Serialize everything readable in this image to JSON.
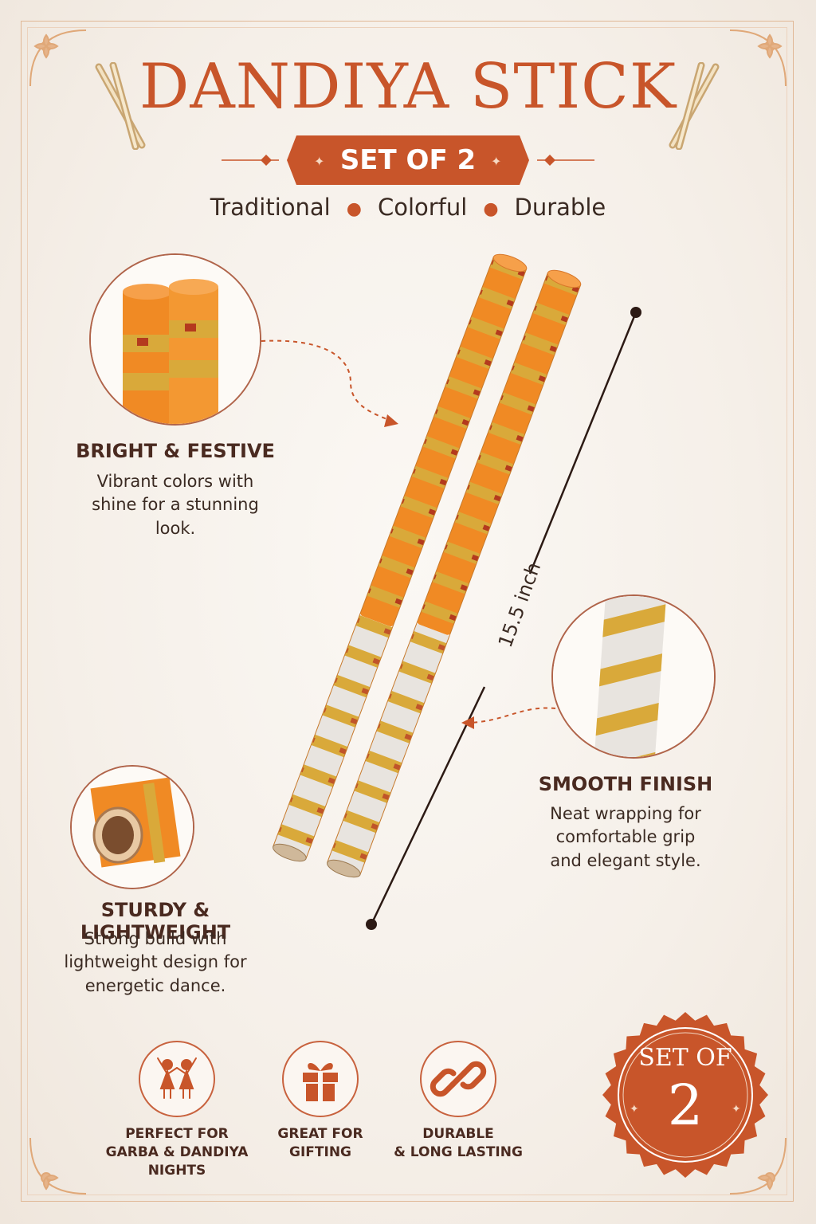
{
  "header": {
    "title": "DANDIYA STICK",
    "banner": "SET OF 2",
    "tagline": [
      "Traditional",
      "Colorful",
      "Durable"
    ]
  },
  "dimension": {
    "label": "15.5 inch"
  },
  "features": [
    {
      "title": "BRIGHT & FESTIVE",
      "lines": [
        "Vibrant colors with",
        "shine for a stunning",
        "look."
      ]
    },
    {
      "title": "SMOOTH FINISH",
      "lines": [
        "Neat wrapping for",
        "comfortable grip",
        "and elegant style."
      ]
    },
    {
      "title": "STURDY & LIGHTWEIGHT",
      "lines": [
        "Strong build with",
        "lightweight design for",
        "energetic dance."
      ]
    }
  ],
  "badges": [
    {
      "icon": "dancers-icon",
      "lines": [
        "PERFECT FOR",
        "GARBA & DANDIYA",
        "NIGHTS"
      ]
    },
    {
      "icon": "gift-icon",
      "lines": [
        "GREAT FOR",
        "GIFTING"
      ]
    },
    {
      "icon": "chain-link-icon",
      "lines": [
        "DURABLE",
        "& LONG LASTING"
      ]
    }
  ],
  "seal": {
    "top": "SET OF",
    "number": "2"
  },
  "colors": {
    "accent": "#c8552a",
    "orange": "#f08a24",
    "gold": "#d9a93a",
    "silver": "#e6e3df",
    "text": "#3a2a22"
  }
}
